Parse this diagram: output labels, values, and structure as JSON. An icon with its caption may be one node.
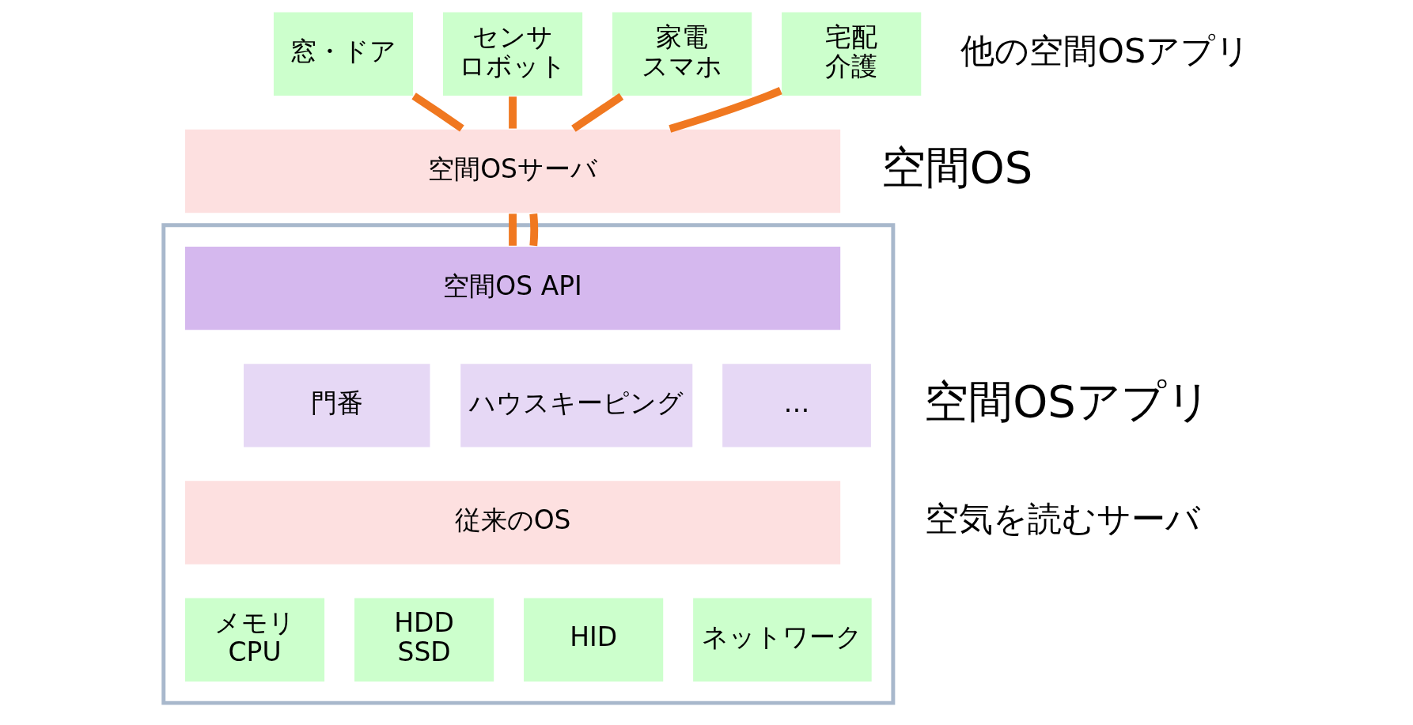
{
  "diagram": {
    "nodes": [
      {
        "text": [
          "窓・ドア"
        ]
      },
      {
        "text": [
          "センサ",
          "ロボット"
        ]
      },
      {
        "text": [
          "家電",
          "スマホ"
        ]
      },
      {
        "text": [
          "宅配",
          "介護"
        ]
      },
      {
        "text": [
          "空間OSサーバ"
        ]
      },
      {
        "text": [],
        "shape": "box"
      },
      {
        "text": [
          "空間OS API"
        ],
        "in": 5
      },
      {
        "text": [
          "門番"
        ],
        "in": 5
      },
      {
        "text": [
          "ハウスキーピング"
        ],
        "in": 5
      },
      {
        "text": [
          "…"
        ],
        "in": 5
      },
      {
        "text": [
          "従来のOS"
        ],
        "in": 5
      },
      {
        "text": [
          "メモリ",
          "CPU"
        ],
        "in": 5
      },
      {
        "text": [
          "HDD",
          "SSD"
        ],
        "in": 5
      },
      {
        "text": [
          "HID"
        ],
        "in": 5
      },
      {
        "text": [
          "ネットワーク"
        ],
        "in": 5
      }
    ],
    "edges": [
      {
        "from": 0,
        "to": 4,
        "arrow": "none"
      },
      {
        "from": 1,
        "to": 4,
        "arrow": "none"
      },
      {
        "from": 2,
        "to": 4,
        "arrow": "none"
      },
      {
        "from": 3,
        "to": 4,
        "arrow": "none"
      },
      {
        "from": 4,
        "to": 6,
        "arrow": "none"
      },
      {
        "from": 4,
        "to": 6,
        "arrow": "none"
      }
    ],
    "labels": [
      "他の空間OSアプリ",
      "空間OS",
      "空間OSアプリ",
      "空気を読むサーバ"
    ]
  }
}
